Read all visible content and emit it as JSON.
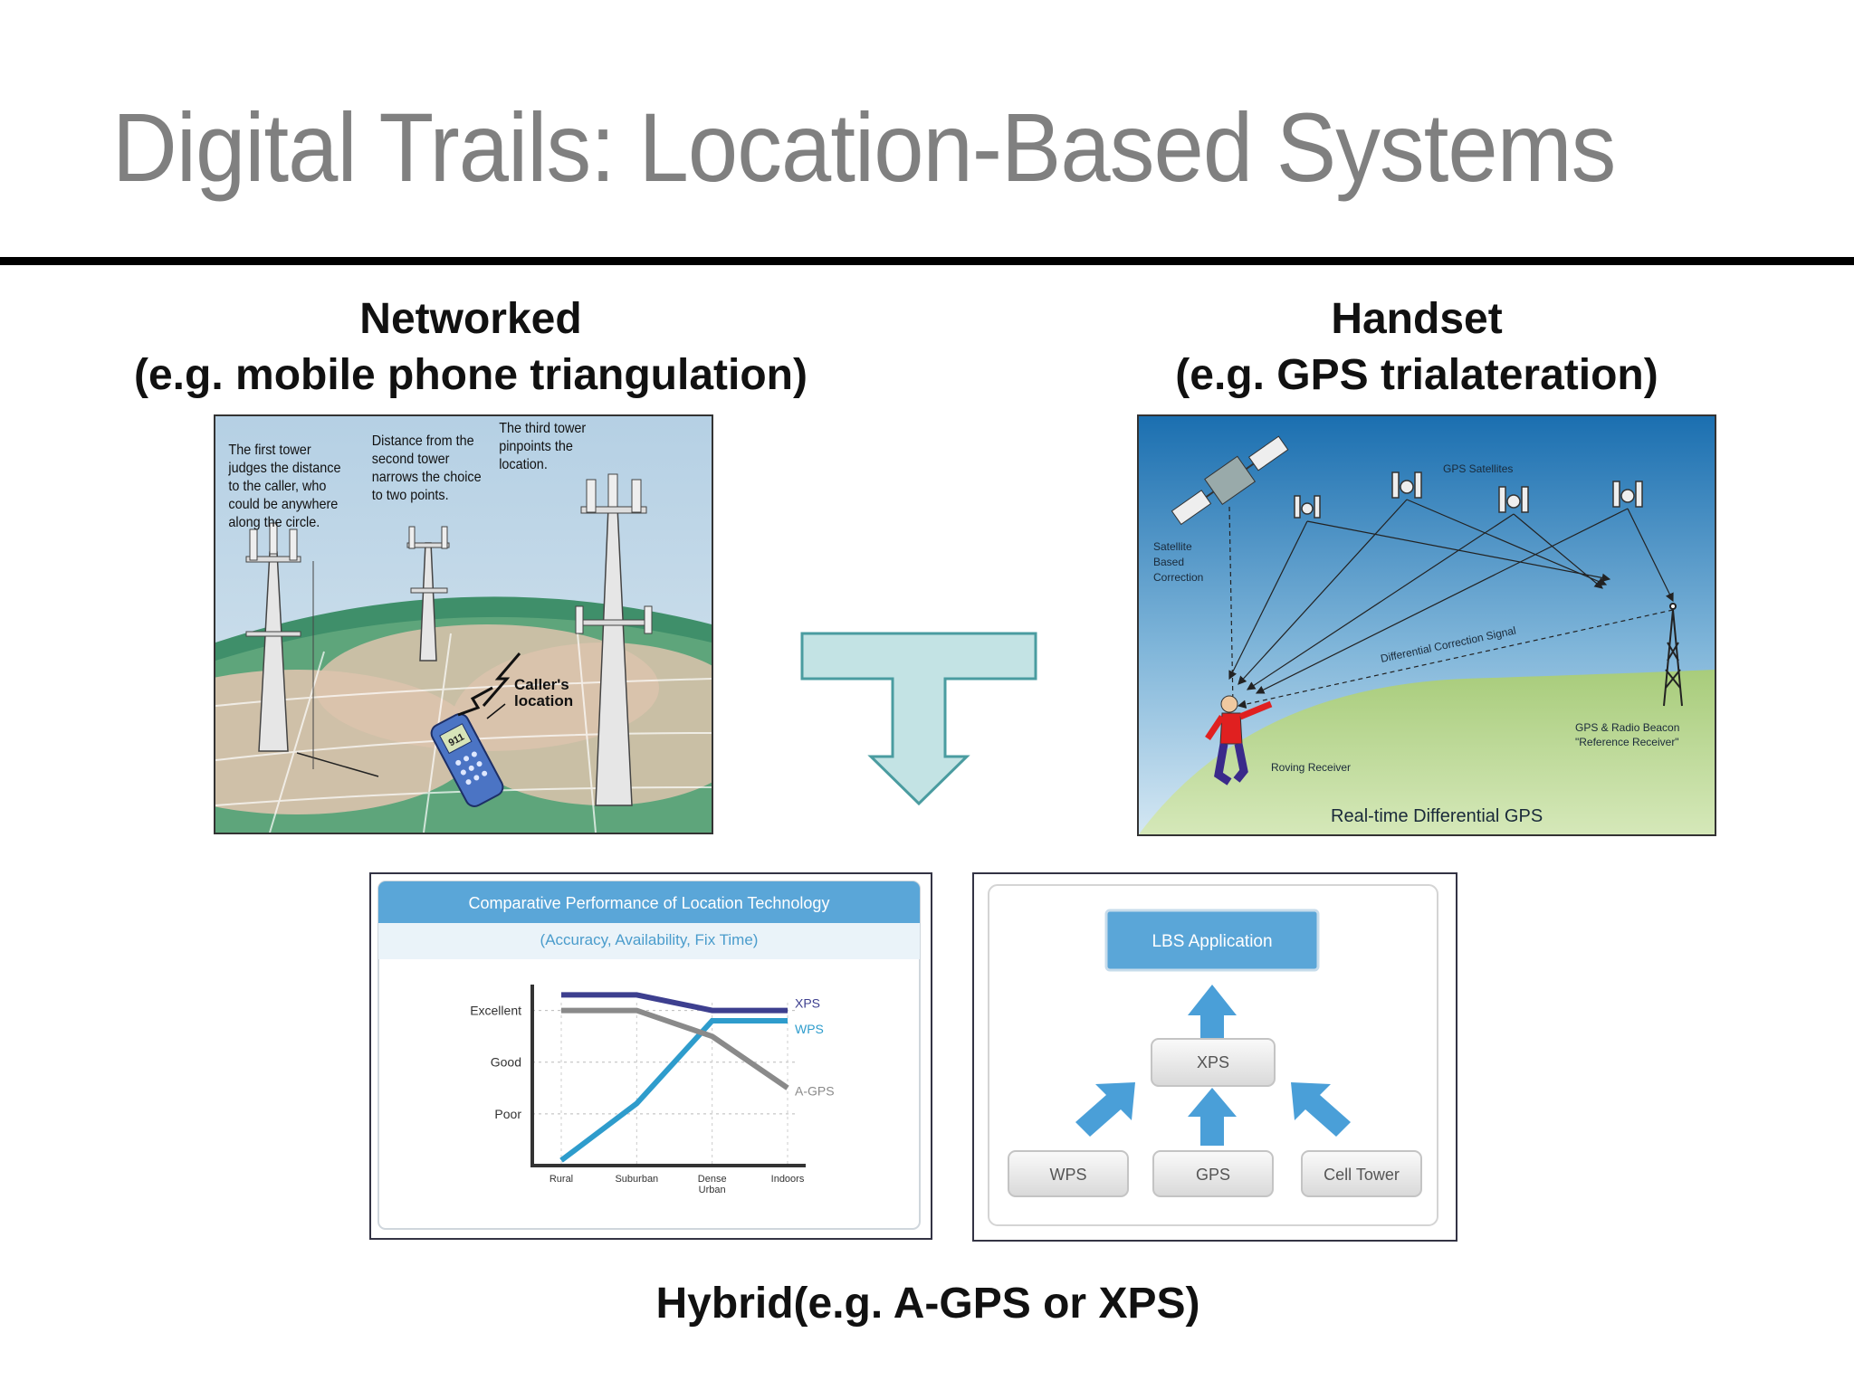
{
  "slide": {
    "title": "Digital Trails: Location-Based Systems",
    "networked": {
      "heading_line1": "Networked",
      "heading_line2": "(e.g. mobile phone triangulation)",
      "callout_first": [
        "The first tower",
        "judges the distance",
        "to the caller, who",
        "could be anywhere",
        "along the circle."
      ],
      "callout_second": [
        "Distance from the",
        "second tower",
        "narrows the choice",
        "to two points."
      ],
      "callout_third": [
        "The third tower",
        "pinpoints the",
        "location."
      ],
      "caller_label": [
        "Caller's",
        "location"
      ],
      "phone_screen": "911"
    },
    "handset": {
      "heading_line1": "Handset",
      "heading_line2": "(e.g. GPS trialateration)",
      "gps_satellites": "GPS Satellites",
      "satellite_correction": [
        "Satellite",
        "Based",
        "Correction"
      ],
      "correction_signal": "Differential Correction Signal",
      "beacon": [
        "GPS & Radio Beacon",
        "\"Reference Receiver\""
      ],
      "roving_receiver": "Roving Receiver",
      "caption": "Real-time Differential GPS"
    },
    "hybrid": {
      "heading": "Hybrid(e.g. A-GPS or XPS)",
      "performance": {
        "title": "Comparative Performance of Location Technology",
        "subtitle": "(Accuracy, Availability, Fix Time)",
        "y_ticks": [
          "Excellent",
          "Good",
          "Poor"
        ],
        "x_ticks": [
          "Rural",
          "Suburban",
          "Dense Urban",
          "Indoors"
        ]
      },
      "architecture": {
        "app": "LBS Application",
        "xps": "XPS",
        "wps": "WPS",
        "gps": "GPS",
        "cell": "Cell Tower"
      }
    }
  },
  "chart_data": {
    "type": "line",
    "title": "Comparative Performance of Location Technology",
    "subtitle": "(Accuracy, Availability, Fix Time)",
    "categories": [
      "Rural",
      "Suburban",
      "Dense Urban",
      "Indoors"
    ],
    "y_scale": [
      "Poor",
      "Good",
      "Excellent"
    ],
    "ylim": [
      0,
      3.5
    ],
    "series": [
      {
        "name": "XPS",
        "color": "#3d3f8f",
        "values": [
          3.3,
          3.3,
          3.0,
          3.0
        ]
      },
      {
        "name": "WPS",
        "color": "#2e9ccc",
        "values": [
          0.1,
          1.2,
          2.8,
          2.8
        ]
      },
      {
        "name": "A-GPS",
        "color": "#8a8a8a",
        "values": [
          3.0,
          3.0,
          2.5,
          1.5
        ]
      }
    ]
  }
}
